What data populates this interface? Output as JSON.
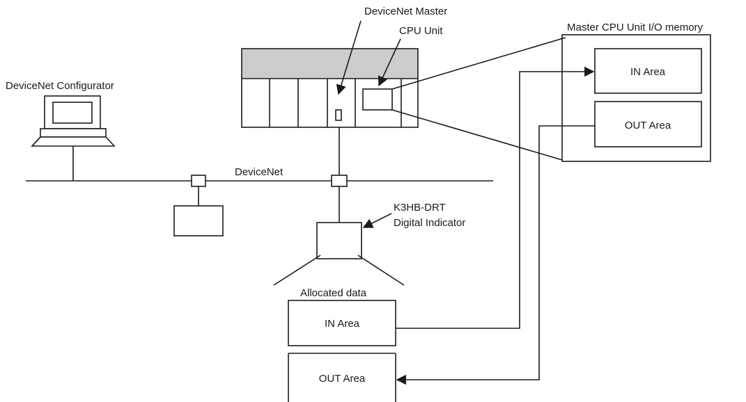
{
  "labels": {
    "devicenet_master": "DeviceNet Master",
    "cpu_unit": "CPU Unit",
    "master_cpu_memory": "Master CPU Unit I/O memory",
    "master_in_area": "IN Area",
    "master_out_area": "OUT Area",
    "configurator": "DeviceNet Configurator",
    "devicenet": "DeviceNet",
    "k3hb_model": "K3HB-DRT",
    "k3hb_desc": "Digital Indicator",
    "allocated_data": "Allocated data",
    "alloc_in_area": "IN Area",
    "alloc_out_area": "OUT Area"
  },
  "colors": {
    "line": "#1a1a1a",
    "plc_top_band": "#cccccc",
    "background": "#ffffff"
  }
}
